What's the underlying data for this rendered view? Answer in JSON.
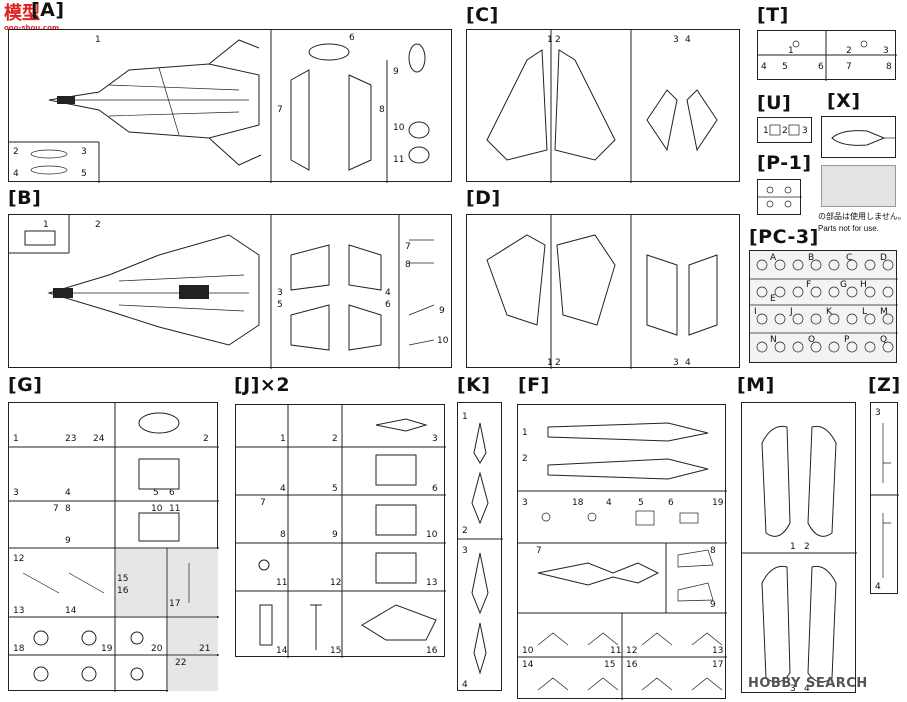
{
  "watermark_site": {
    "glyphs": "模型",
    "url": "ooo-shou.com"
  },
  "sheets": {
    "A": {
      "label": "[A]",
      "parts": [
        "1",
        "2",
        "3",
        "4",
        "5",
        "6",
        "7",
        "8",
        "9",
        "10",
        "11"
      ]
    },
    "B": {
      "label": "[B]",
      "parts": [
        "1",
        "2",
        "3",
        "4",
        "5",
        "6",
        "7",
        "8",
        "9",
        "10"
      ]
    },
    "C": {
      "label": "[C]",
      "parts": [
        "1",
        "2",
        "3",
        "4"
      ]
    },
    "D": {
      "label": "[D]",
      "parts": [
        "1",
        "2",
        "3",
        "4"
      ]
    },
    "T": {
      "label": "[T]",
      "parts": [
        "1",
        "2",
        "3",
        "4",
        "5",
        "6",
        "7",
        "8"
      ]
    },
    "U": {
      "label": "[U]",
      "parts": [
        "1",
        "2",
        "3"
      ]
    },
    "X": {
      "label": "[X]",
      "parts": []
    },
    "P1": {
      "label": "[P-1]",
      "parts": []
    },
    "PC3": {
      "label": "[PC-3]",
      "parts": [
        "A",
        "B",
        "C",
        "D",
        "E",
        "F",
        "G",
        "H",
        "I",
        "J",
        "K",
        "L",
        "M",
        "N",
        "O",
        "P",
        "Q"
      ]
    },
    "G": {
      "label": "[G]",
      "parts": [
        "1",
        "2",
        "3",
        "4",
        "5",
        "6",
        "7",
        "8",
        "9",
        "10",
        "11",
        "12",
        "13",
        "14",
        "15",
        "16",
        "17",
        "18",
        "19",
        "20",
        "21",
        "22",
        "23",
        "24"
      ]
    },
    "J": {
      "label": "[J]×2",
      "parts": [
        "1",
        "2",
        "3",
        "4",
        "5",
        "6",
        "7",
        "8",
        "9",
        "10",
        "11",
        "12",
        "13",
        "14",
        "15",
        "16"
      ]
    },
    "K": {
      "label": "[K]",
      "parts": [
        "1",
        "2",
        "3",
        "4"
      ]
    },
    "F": {
      "label": "[F]",
      "parts": [
        "1",
        "2",
        "3",
        "4",
        "5",
        "6",
        "7",
        "8",
        "9",
        "10",
        "11",
        "12",
        "13",
        "14",
        "15",
        "16",
        "17",
        "18",
        "19"
      ]
    },
    "M": {
      "label": "[M]",
      "parts": [
        "1",
        "2",
        "3",
        "4"
      ]
    },
    "Z": {
      "label": "[Z]",
      "parts": [
        "3",
        "4"
      ]
    }
  },
  "unused_note": {
    "jp": "の部品は使用しません。",
    "en": "Parts not for use."
  },
  "watermark_brand": {
    "text": "HOBBY SEARCH"
  }
}
